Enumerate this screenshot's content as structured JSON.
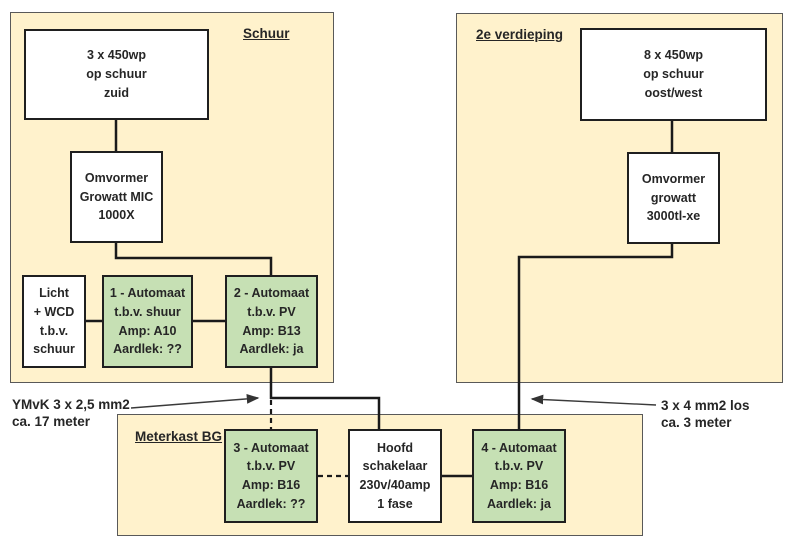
{
  "colors": {
    "panel_bg": "#FFF2CC",
    "green_bg": "#C6E0B4",
    "box_border": "#1f1f1f",
    "text": "#262626"
  },
  "panels": {
    "schuur": {
      "title": "Schuur"
    },
    "verdieping": {
      "title": "2e verdieping"
    },
    "meterkast": {
      "title": "Meterkast BG"
    }
  },
  "boxes": {
    "pv_zuid": {
      "lines": [
        "3 x 450wp",
        "op schuur",
        "zuid"
      ]
    },
    "omvormer_mic": {
      "lines": [
        "Omvormer",
        "Growatt MIC",
        "1000X"
      ]
    },
    "licht_wcd": {
      "lines": [
        "Licht",
        "+ WCD",
        "t.b.v.",
        "schuur"
      ]
    },
    "automaat1": {
      "lines": [
        "1 - Automaat",
        "t.b.v. shuur",
        "Amp: A10",
        "Aardlek: ??"
      ]
    },
    "automaat2": {
      "lines": [
        "2 - Automaat",
        "t.b.v. PV",
        "Amp: B13",
        "Aardlek: ja"
      ]
    },
    "pv_oostwest": {
      "lines": [
        "8 x 450wp",
        "op schuur",
        "oost/west"
      ]
    },
    "omvormer_3000": {
      "lines": [
        "Omvormer",
        "growatt",
        "3000tl-xe"
      ]
    },
    "automaat3": {
      "lines": [
        "3 - Automaat",
        "t.b.v. PV",
        "Amp: B16",
        "Aardlek: ??"
      ]
    },
    "hoofdschakelaar": {
      "lines": [
        "Hoofd",
        "schakelaar",
        "230v/40amp",
        "1 fase"
      ]
    },
    "automaat4": {
      "lines": [
        "4 - Automaat",
        "t.b.v. PV",
        "Amp: B16",
        "Aardlek: ja"
      ]
    }
  },
  "cable_labels": {
    "left": {
      "lines": [
        "YMvK 3 x 2,5 mm2",
        "ca. 17 meter"
      ]
    },
    "right": {
      "lines": [
        "3 x 4 mm2 los",
        "ca. 3 meter"
      ]
    }
  }
}
